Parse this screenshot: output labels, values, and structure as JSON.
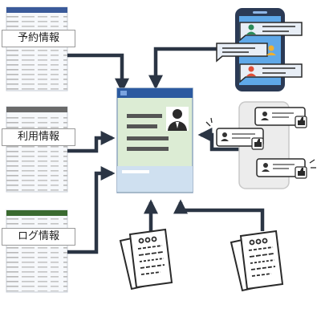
{
  "sources": {
    "reservation": {
      "label": "予約情報",
      "header_color": "#3a5a9a"
    },
    "usage": {
      "label": "利用情報",
      "header_color": "#6a6a6a"
    },
    "log": {
      "label": "ログ情報",
      "header_color": "#3a6a30"
    }
  },
  "center_profile": {
    "panel_color": "#dcecd4",
    "header_color": "#2c5aa0",
    "footer_color": "#cfe0f0"
  },
  "arrow_color": "#2b3544",
  "icons": [
    "chat-phone-icon",
    "review-phone-icon",
    "document-icon",
    "document-icon"
  ]
}
